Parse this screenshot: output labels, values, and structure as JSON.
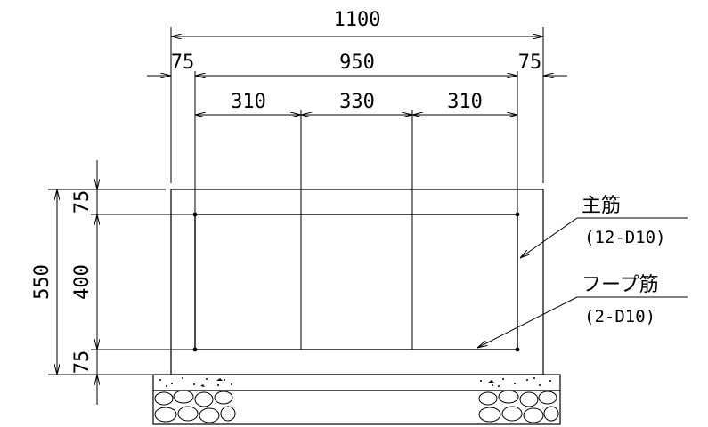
{
  "dimensions": {
    "total_width": "1100",
    "cover_left": "75",
    "inner_width": "950",
    "cover_right": "75",
    "spacing_left": "310",
    "spacing_middle": "330",
    "spacing_right": "310",
    "total_height": "550",
    "cover_top": "75",
    "inner_height": "400",
    "cover_bottom": "75"
  },
  "labels": {
    "main_rebar": "主筋",
    "main_rebar_spec": "(12-D10)",
    "hoop_rebar": "フープ筋",
    "hoop_rebar_spec": "(2-D10)"
  }
}
